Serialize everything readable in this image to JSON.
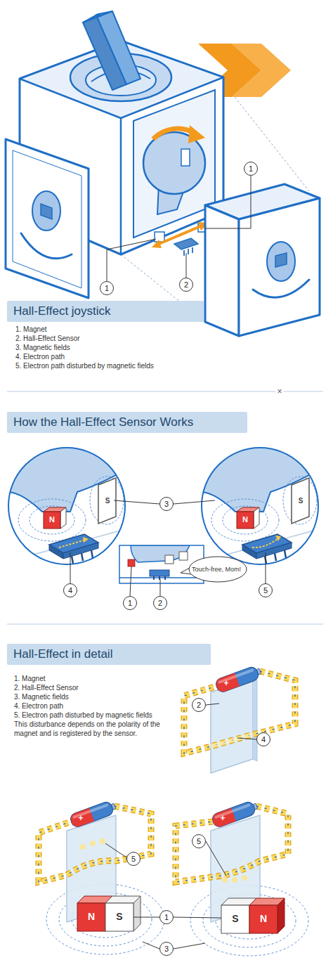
{
  "diagram": {
    "nodes": [
      {
        "text": [
          "Hall-Effect joystick"
        ]
      },
      {
        "text": [
          "1"
        ]
      },
      {
        "text": [
          "1"
        ]
      },
      {
        "text": [
          "2"
        ]
      },
      {
        "text": [
          "How the Hall-Effect Sensor Works"
        ]
      },
      {
        "text": [
          "3"
        ]
      },
      {
        "text": [
          "4"
        ]
      },
      {
        "text": [
          "1"
        ]
      },
      {
        "text": [
          "2"
        ]
      },
      {
        "text": [
          "Touch-free, Mom!"
        ]
      },
      {
        "text": [
          "5"
        ]
      },
      {
        "text": [
          "Hall-Effect in detail"
        ]
      },
      {
        "text": [
          "2"
        ]
      },
      {
        "text": [
          "4"
        ]
      },
      {
        "text": [
          "5"
        ]
      },
      {
        "text": [
          "5"
        ]
      },
      {
        "text": [
          "1"
        ]
      },
      {
        "text": [
          "3"
        ]
      }
    ],
    "labels": [
      "1. Magnet",
      "2. Hall-Effect Sensor",
      "3. Magnetic fields",
      "4. Electron path",
      "5. Electron path disturbed by magnetic fields",
      "×",
      "N",
      "S",
      "N",
      "S",
      "1. Magnet",
      "2. Hall-Effect Sensor",
      "3. Magnetic fields",
      "4. Electron path",
      "5. Electron path disturbed by magnetic fields",
      "This disturbance depends on the polarity of the magnet and is registered by the sensor.",
      "+",
      "+",
      "+",
      "N",
      "S",
      "S",
      "N"
    ]
  }
}
